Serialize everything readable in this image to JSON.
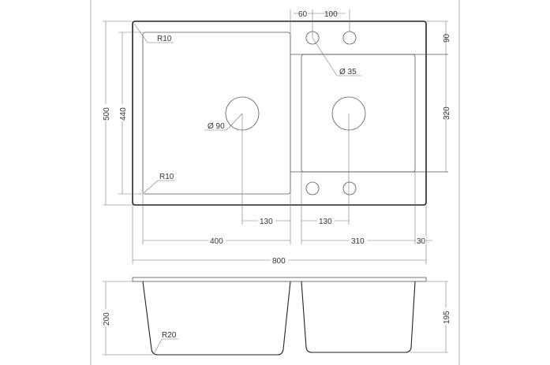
{
  "plan_view": {
    "corner_radius_top": "R10",
    "corner_radius_bottom": "R10",
    "drain_diameter": "Ø 90",
    "tap_hole_diameter": "Ø 35",
    "dim_tap_offset": "60",
    "dim_tap_spacing": "100",
    "dim_top_margin": "90",
    "dim_small_bowl_depth": "320",
    "dim_overall_depth": "500",
    "dim_large_bowl_depth": "440",
    "dim_drain_left": "130",
    "dim_drain_right": "130",
    "dim_large_bowl_width": "400",
    "dim_small_bowl_width": "310",
    "dim_right_margin": "30",
    "dim_overall_width": "800"
  },
  "side_view": {
    "dim_large_bowl_height": "200",
    "dim_small_bowl_height": "195",
    "bottom_radius": "R20"
  }
}
